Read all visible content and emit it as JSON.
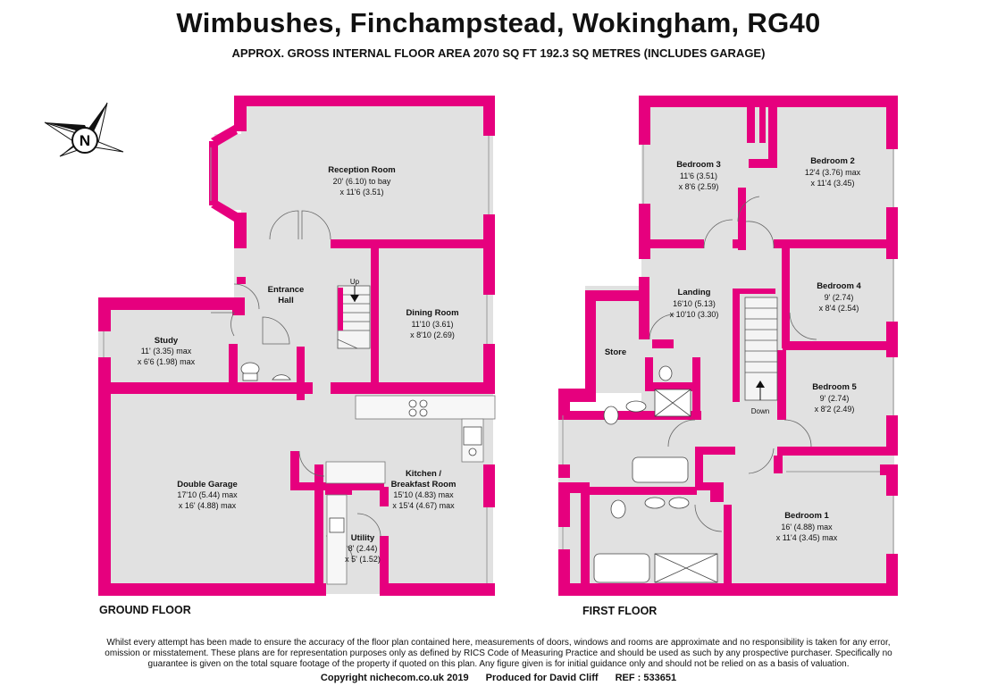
{
  "header": {
    "title": "Wimbushes, Finchampstead, Wokingham, RG40",
    "subtitle": "APPROX. GROSS INTERNAL FLOOR AREA 2070 SQ FT 192.3 SQ METRES (INCLUDES GARAGE)"
  },
  "compass": {
    "letter": "N"
  },
  "ground_floor": {
    "label": "GROUND FLOOR",
    "rooms": {
      "reception": {
        "name": "Reception Room",
        "dim1": "20' (6.10) to bay",
        "dim2": "x 11'6 (3.51)"
      },
      "entrance": {
        "name1": "Entrance",
        "name2": "Hall"
      },
      "dining": {
        "name": "Dining Room",
        "dim1": "11'10 (3.61)",
        "dim2": "x 8'10 (2.69)"
      },
      "study": {
        "name": "Study",
        "dim1": "11' (3.35) max",
        "dim2": "x 6'6 (1.98) max"
      },
      "garage": {
        "name": "Double Garage",
        "dim1": "17'10 (5.44) max",
        "dim2": "x 16' (4.88) max"
      },
      "kitchen": {
        "name1": "Kitchen /",
        "name2": "Breakfast Room",
        "dim1": "15'10 (4.83) max",
        "dim2": "x 15'4 (4.67) max"
      },
      "utility": {
        "name": "Utility",
        "dim1": "8' (2.44)",
        "dim2": "x 5' (1.52)"
      }
    },
    "stairs_label": "Up"
  },
  "first_floor": {
    "label": "FIRST FLOOR",
    "rooms": {
      "bedroom3": {
        "name": "Bedroom 3",
        "dim1": "11'6 (3.51)",
        "dim2": "x 8'6 (2.59)"
      },
      "bedroom2": {
        "name": "Bedroom 2",
        "dim1": "12'4 (3.76) max",
        "dim2": "x 11'4 (3.45)"
      },
      "landing": {
        "name": "Landing",
        "dim1": "16'10 (5.13)",
        "dim2": "x 10'10 (3.30)"
      },
      "bedroom4": {
        "name": "Bedroom 4",
        "dim1": "9' (2.74)",
        "dim2": "x 8'4 (2.54)"
      },
      "store": {
        "name": "Store"
      },
      "bedroom5": {
        "name": "Bedroom 5",
        "dim1": "9' (2.74)",
        "dim2": "x 8'2 (2.49)"
      },
      "bedroom1": {
        "name": "Bedroom 1",
        "dim1": "16' (4.88) max",
        "dim2": "x 11'4 (3.45) max"
      }
    },
    "stairs_label": "Down"
  },
  "disclaimer": "Whilst every attempt has been made to ensure the accuracy of the floor plan contained here, measurements of doors, windows and rooms are approximate and no responsibility is taken for any error, omission or misstatement. These plans are for representation purposes only as defined by RICS Code of Measuring Practice and should be used as such by any prospective purchaser. Specifically no guarantee is given on the total square footage of the property if quoted on this plan. Any figure given is for initial guidance only and should not be relied on as a basis of valuation.",
  "footer": {
    "copyright": "Copyright nichecom.co.uk 2019",
    "produced": "Produced for David Cliff",
    "ref": "REF : 533651"
  },
  "colors": {
    "wall": "#e6007e",
    "floor": "#e1e1e1",
    "ink": "#111111"
  }
}
